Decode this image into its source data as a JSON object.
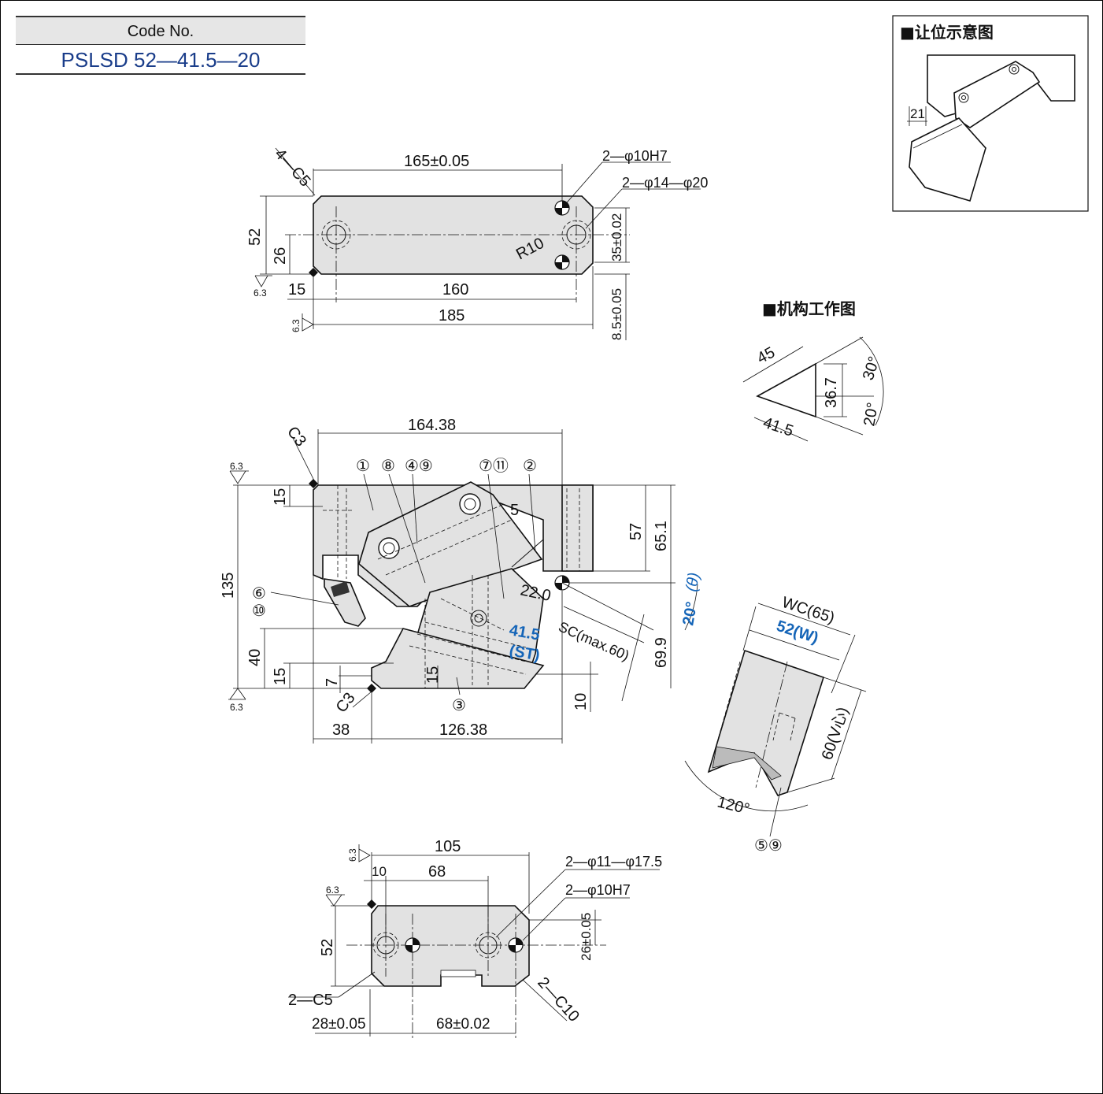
{
  "code_box": {
    "header": "Code No.",
    "value": "PSLSD 52—41.5—20"
  },
  "relief_diagram": {
    "title": "■让位示意图",
    "dim": "21"
  },
  "mechanism_diagram": {
    "title": "■机构工作图",
    "dims": [
      "45",
      "36.7",
      "30°",
      "20°",
      "41.5"
    ]
  },
  "top_view": {
    "chamfer": "4—C5",
    "length_holes": "165±0.05",
    "dowel": "2—φ10H7",
    "bolt": "2—φ14—φ20",
    "radius": "R10",
    "height": "52",
    "half": "26",
    "pitch": "35±0.02",
    "edge": "15",
    "inner": "160",
    "overall": "185",
    "offset": "8.5±0.05",
    "rough": "6.3"
  },
  "front_view": {
    "chamfer_top": "C3",
    "width": "164.38",
    "callouts": [
      "①",
      "⑧",
      "④⑨",
      "⑦⑪",
      "②",
      "⑥",
      "⑩",
      "③"
    ],
    "height": "135",
    "top_step": "15",
    "slot": "5",
    "h57": "57",
    "h65": "65.1",
    "d22": "22.0",
    "angle": "20°",
    "theta": "(θ)",
    "stroke": "41.5",
    "st": "(ST)",
    "sc": "SC(max.60)",
    "h69": "69.9",
    "h40": "40",
    "h15a": "15",
    "h7": "7",
    "h15b": "15",
    "h10": "10",
    "chamfer_bottom": "C3",
    "w38": "38",
    "w126": "126.38",
    "rough": "6.3"
  },
  "side_view": {
    "wc": "WC(65)",
    "w": "52(W)",
    "v": "60(V心)",
    "angle": "120°",
    "callout": "⑤⑨"
  },
  "bottom_view": {
    "width": "105",
    "w10": "10",
    "w68": "68",
    "bolt": "2—φ11—φ17.5",
    "dowel": "2—φ10H7",
    "height": "52",
    "pitch": "26±0.05",
    "chamfer_l": "2—C5",
    "chamfer_r": "2—C10",
    "x28": "28±0.05",
    "x68": "68±0.02",
    "rough": "6.3"
  }
}
